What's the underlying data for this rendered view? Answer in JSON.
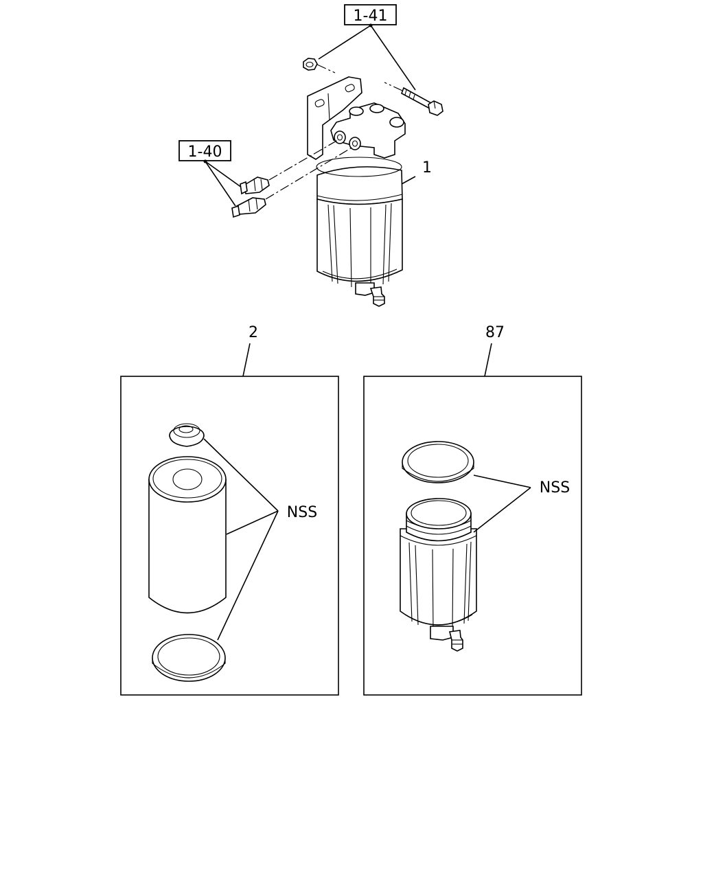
{
  "callouts": {
    "ref_upper": "1-41",
    "ref_lower": "1-40",
    "assembly": "1",
    "element": "2",
    "bowl": "87",
    "nss_left": "NSS",
    "nss_right": "NSS"
  }
}
